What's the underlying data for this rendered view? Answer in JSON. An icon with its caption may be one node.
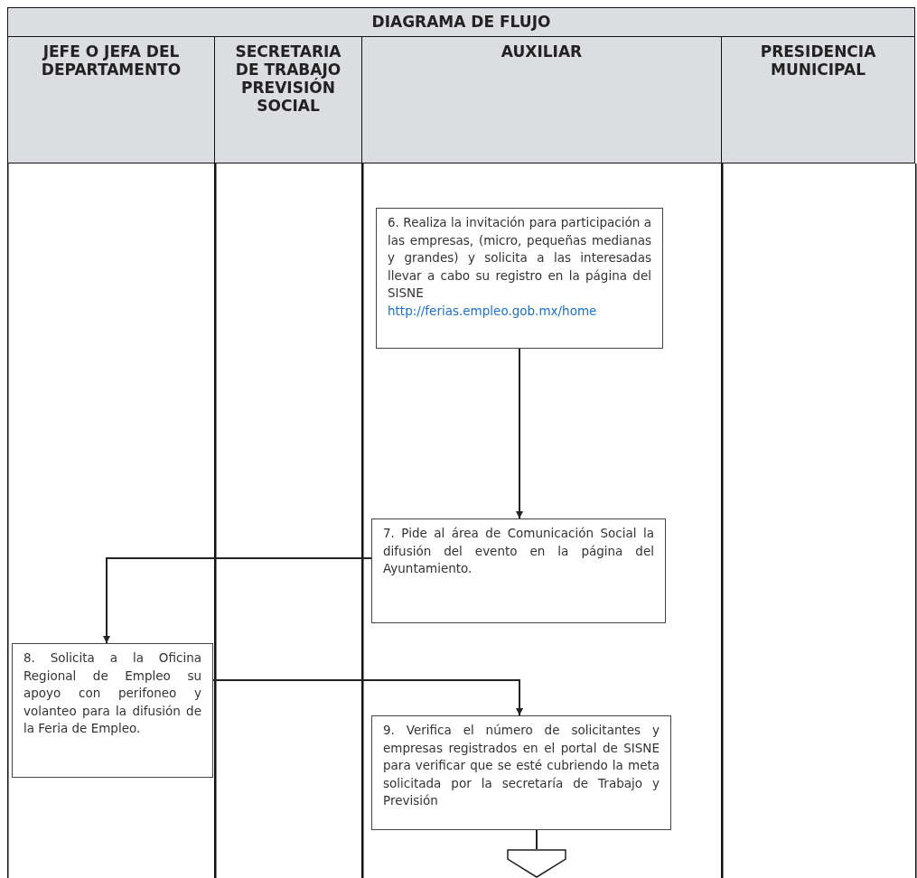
{
  "diagram": {
    "title": "DIAGRAMA DE FLUJO",
    "nodes": [
      {
        "text": [
          "JEFE O JEFA DEL DEPARTAMENTO"
        ]
      },
      {
        "text": [
          "SECRETARIA DE TRABAJO PREVISIÓN SOCIAL"
        ]
      },
      {
        "text": [
          "AUXILIAR"
        ]
      },
      {
        "text": [
          "PRESIDENCIA MUNICIPAL"
        ]
      },
      {
        "text": [
          "6. Realiza la invitación para participación a las empresas, (micro, pequeñas medianas y grandes) y solicita a las interesadas llevar a cabo su registro en la página del SISNE",
          "http://ferias.empleo.gob.mx/home"
        ]
      },
      {
        "text": [
          "7. Pide al área de Comunicación Social la difusión del evento en la página del Ayuntamiento."
        ]
      },
      {
        "text": [
          "8. Solicita a la Oficina Regional de Empleo su apoyo con perifoneo y volanteo para la difusión de la Feria de Empleo."
        ]
      },
      {
        "text": [
          "9. Verifica el número de solicitantes y empresas registrados en el portal de SISNE para verificar que se esté cubriendo la meta solicitada por la secretaría de Trabajo y Previsión"
        ]
      },
      {
        "text": [],
        "shape": "pentagon"
      }
    ],
    "edges": [
      {
        "from": 4,
        "to": 5,
        "arrow": "to"
      },
      {
        "from": 5,
        "to": 6,
        "arrow": "to"
      },
      {
        "from": 6,
        "to": 7,
        "arrow": "to"
      },
      {
        "from": 7,
        "to": 8,
        "arrow": "none"
      }
    ]
  }
}
